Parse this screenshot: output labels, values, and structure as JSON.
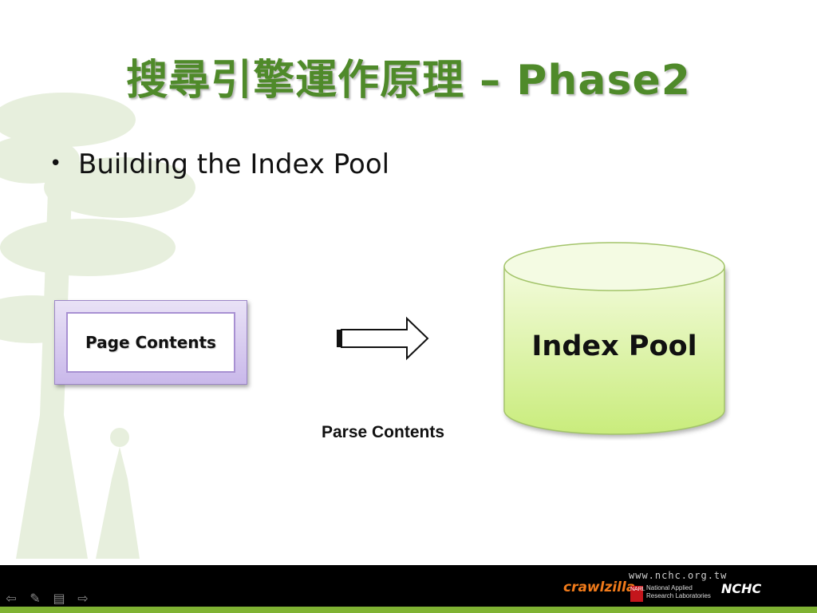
{
  "slide": {
    "title": "搜尋引擎運作原理 – Phase2",
    "bullet": "Building the Index Pool",
    "diagram": {
      "source_box": "Page Contents",
      "arrow_label": "Parse Contents",
      "target_cylinder": "Index Pool"
    }
  },
  "footer": {
    "nav_icons": [
      "back-arrow-icon",
      "pen-icon",
      "menu-icon",
      "forward-arrow-icon"
    ],
    "brand": "crawlzilla",
    "website": "www.nchc.org.tw",
    "narl_badge": "國研院 NARL",
    "narl_line1": "National Applied",
    "narl_line2": "Research Laboratories",
    "nchc_logo": "NCHC"
  },
  "colors": {
    "title": "#4f8a2a",
    "box_fill": "#c9b8ea",
    "cylinder_fill": "#dff5a8",
    "footer_bg": "#000000",
    "footer_accent": "#7fb233"
  }
}
